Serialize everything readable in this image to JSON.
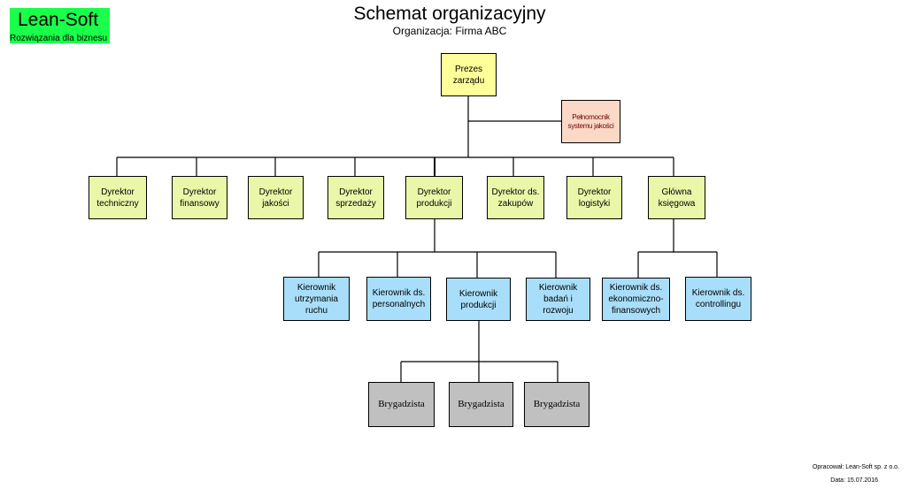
{
  "logo": {
    "name": "Lean-Soft",
    "tagline": "Rozwiązania dla biznesu",
    "color": "#19ff4a"
  },
  "header": {
    "title": "Schemat organizacyjny",
    "subtitle": "Organizacja: Firma ABC"
  },
  "footer": {
    "author": "Opracował: Lean-Soft sp. z o.o.",
    "date": "Data: 15.07.2016"
  },
  "chart": {
    "president": {
      "label": "Prezes zarządu"
    },
    "assistant": {
      "label": "Pełnomocnik systemu jakości"
    },
    "directors": [
      {
        "label": "Dyrektor techniczny"
      },
      {
        "label": "Dyrektor finansowy"
      },
      {
        "label": "Dyrektor jakości"
      },
      {
        "label": "Dyrektor sprzedaży"
      },
      {
        "label": "Dyrektor produkcji"
      },
      {
        "label": "Dyrektor ds. zakupów"
      },
      {
        "label": "Dyrektor logistyki"
      },
      {
        "label": "Główna księgowa"
      }
    ],
    "production_managers": [
      {
        "label": "Kierownik utrzymania ruchu"
      },
      {
        "label": "Kierownik ds. personalnych"
      },
      {
        "label": "Kierownik produkcji"
      },
      {
        "label": "Kierownik badań i rozwoju"
      }
    ],
    "accounting_managers": [
      {
        "label": "Kierownik ds. ekonomiczno-finansowych"
      },
      {
        "label": "Kierownik ds. controllingu"
      }
    ],
    "foremen": [
      {
        "label": "Brygadzista"
      },
      {
        "label": "Brygadzista"
      },
      {
        "label": "Brygadzista"
      }
    ]
  }
}
